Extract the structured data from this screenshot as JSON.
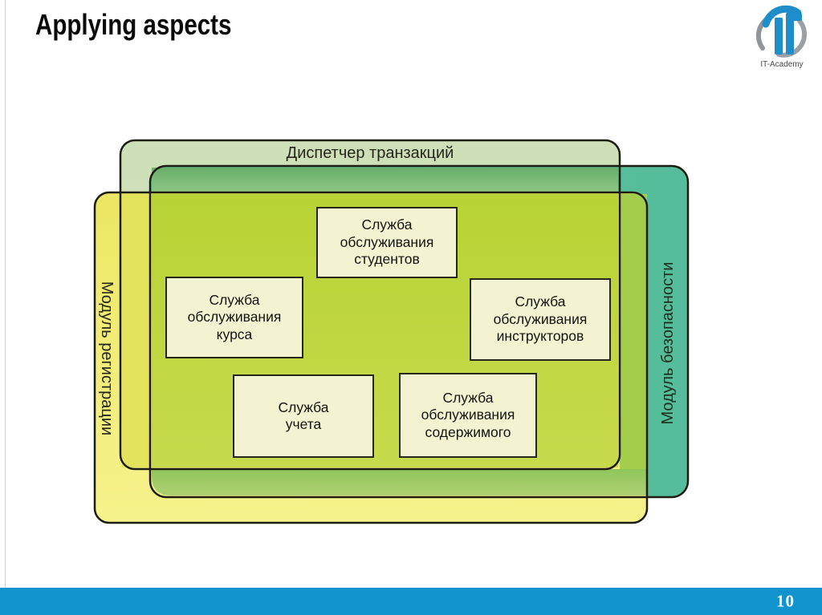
{
  "slide": {
    "title": "Applying aspects",
    "page_number": "10"
  },
  "logo": {
    "caption": "IT-Academy",
    "brand_blue": "#1e8dc9",
    "brand_gray": "#9aa0a3"
  },
  "footer": {
    "bar_color": "#1193cd"
  },
  "diagram": {
    "transaction_manager": {
      "label": "Диспетчер транзакций",
      "fill": "#d5e3c2"
    },
    "security_module": {
      "label": "Модуль безопасности",
      "fill": "#58bf98"
    },
    "registration_module": {
      "label": "Модуль регистрации",
      "fill": "#f1ed7b"
    },
    "overlap_colors": {
      "transaction_and_security": "#7cbc77",
      "registration_and_transaction": "#e3e45c",
      "registration_and_security": "#a4cd4b",
      "all_three": "#bfd63e"
    },
    "services": [
      {
        "id": "students",
        "label": "Служба\nобслуживания\nстудентов"
      },
      {
        "id": "course",
        "label": "Служба\nобслуживания\nкурса"
      },
      {
        "id": "instructors",
        "label": "Служба\nобслуживания\nинструкторов"
      },
      {
        "id": "accounting",
        "label": "Служба\nучета"
      },
      {
        "id": "content",
        "label": "Служба\nобслуживания\nсодержимого"
      }
    ],
    "service_box_fill": "#f4f3d1"
  }
}
